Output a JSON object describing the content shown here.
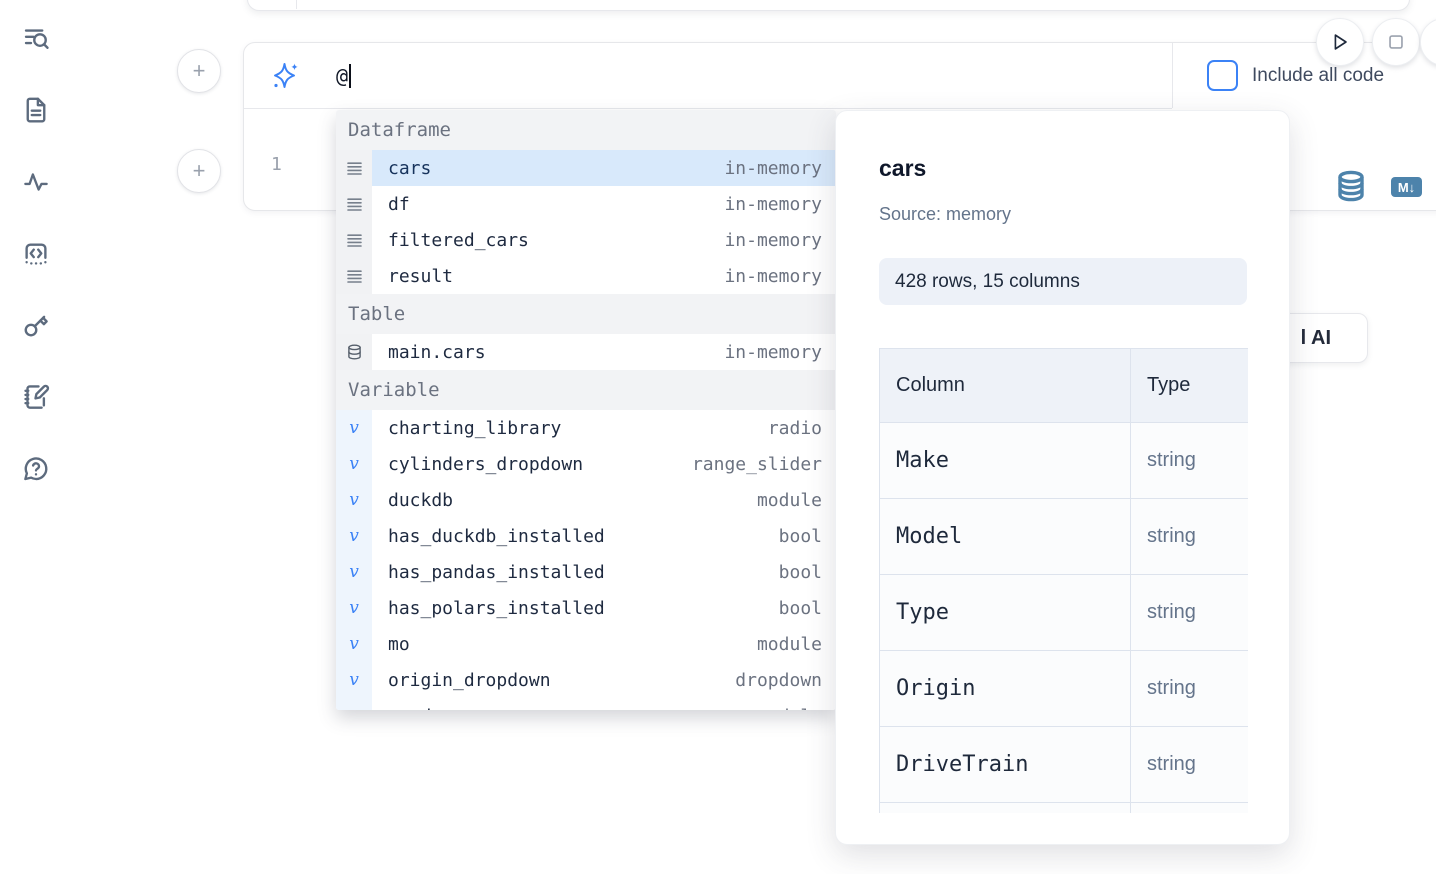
{
  "sidebar": {
    "icons": [
      {
        "name": "list-search-icon"
      },
      {
        "name": "file-document-icon"
      },
      {
        "name": "activity-icon"
      },
      {
        "name": "code-snippet-icon"
      },
      {
        "name": "key-icon"
      },
      {
        "name": "notebook-edit-icon"
      },
      {
        "name": "help-chat-icon"
      }
    ]
  },
  "toolbar": {
    "include_all_code_label": "Include all code"
  },
  "prompt": {
    "typed_text": "@"
  },
  "editor": {
    "line_number": "1"
  },
  "cell_actions": {
    "markdown_badge_label": "M↓"
  },
  "ai_button": {
    "visible_label": "l AI"
  },
  "autocomplete": {
    "sections": [
      {
        "label": "Dataframe",
        "icon": "rows-icon",
        "items": [
          {
            "name": "cars",
            "type": "in-memory",
            "selected": true
          },
          {
            "name": "df",
            "type": "in-memory"
          },
          {
            "name": "filtered_cars",
            "type": "in-memory"
          },
          {
            "name": "result",
            "type": "in-memory"
          }
        ]
      },
      {
        "label": "Table",
        "icon": "database-icon",
        "items": [
          {
            "name": "main.cars",
            "type": "in-memory"
          }
        ]
      },
      {
        "label": "Variable",
        "icon": "variable-icon",
        "items": [
          {
            "name": "charting_library",
            "type": "radio"
          },
          {
            "name": "cylinders_dropdown",
            "type": "range_slider"
          },
          {
            "name": "duckdb",
            "type": "module"
          },
          {
            "name": "has_duckdb_installed",
            "type": "bool"
          },
          {
            "name": "has_pandas_installed",
            "type": "bool"
          },
          {
            "name": "has_polars_installed",
            "type": "bool"
          },
          {
            "name": "mo",
            "type": "module"
          },
          {
            "name": "origin_dropdown",
            "type": "dropdown"
          },
          {
            "name": "pandas",
            "type": "module",
            "partial": true
          }
        ]
      }
    ]
  },
  "preview": {
    "title": "cars",
    "source": "Source: memory",
    "shape": "428 rows, 15 columns",
    "table": {
      "headers": [
        "Column",
        "Type"
      ],
      "rows": [
        [
          "Make",
          "string"
        ],
        [
          "Model",
          "string"
        ],
        [
          "Type",
          "string"
        ],
        [
          "Origin",
          "string"
        ],
        [
          "DriveTrain",
          "string"
        ]
      ],
      "has_partial_row": true
    }
  },
  "colors": {
    "accent": "#3b82f6",
    "selected_item_bg": "#d8e9fb",
    "icon_steel_blue": "#4d83ab"
  }
}
